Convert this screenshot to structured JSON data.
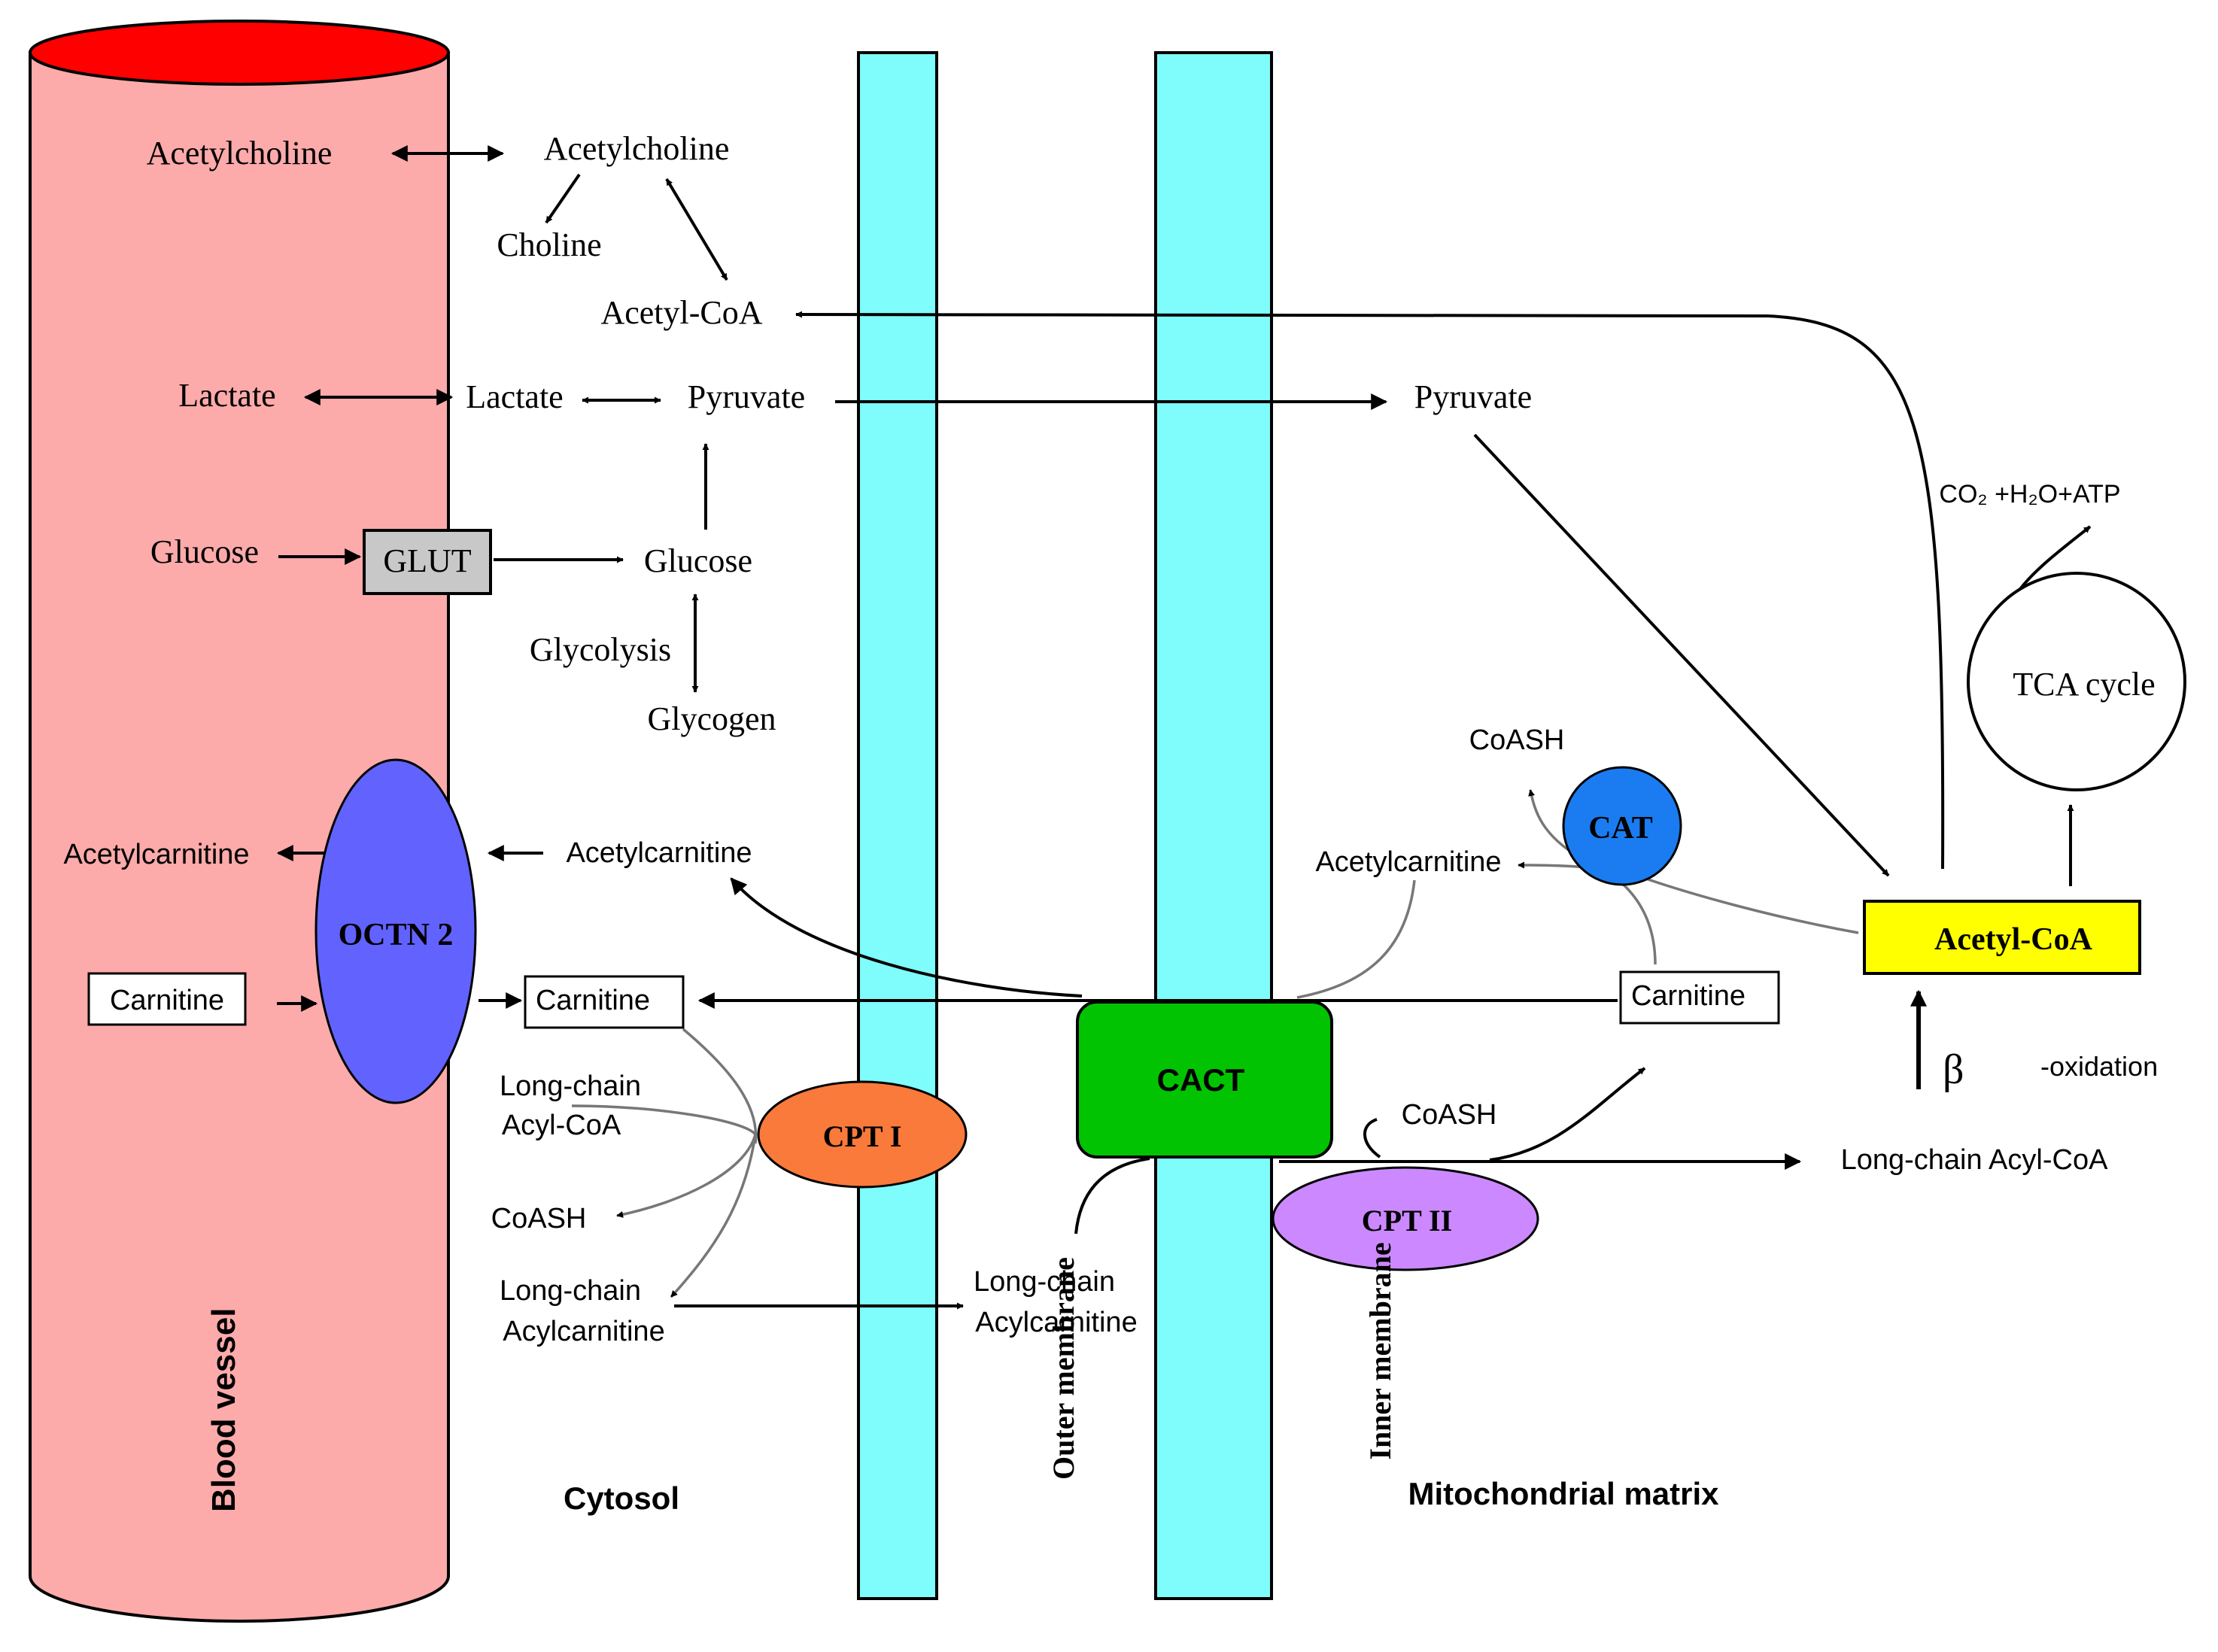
{
  "regions": {
    "blood_vessel": "Blood vessel",
    "cytosol": "Cytosol",
    "outer_membrane": "Outer membrane",
    "inner_membrane": "Inner membrane",
    "mito_matrix": "Mitochondrial matrix"
  },
  "blood": {
    "acetylcholine": "Acetylcholine",
    "lactate": "Lactate",
    "glucose": "Glucose",
    "acetylcarnitine": "Acetylcarnitine",
    "carnitine": "Carnitine"
  },
  "transporters": {
    "glut": "GLUT",
    "octn2": "OCTN 2",
    "cpt1": "CPT I",
    "cact": "CACT",
    "cpt2": "CPT II",
    "cat": "CAT"
  },
  "cytosol": {
    "acetylcholine": "Acetylcholine",
    "choline": "Choline",
    "acetyl_coa": "Acetyl-CoA",
    "lactate": "Lactate",
    "pyruvate": "Pyruvate",
    "glucose": "Glucose",
    "glycolysis": "Glycolysis",
    "glycogen": "Glycogen",
    "acetylcarnitine": "Acetylcarnitine",
    "carnitine": "Carnitine",
    "lc_acyl_coa_1": "Long-chain",
    "lc_acyl_coa_2": "Acyl-CoA",
    "coash": "CoASH",
    "lc_acylcarnitine_1": "Long-chain",
    "lc_acylcarnitine_2": "Acylcarnitine"
  },
  "intermembrane": {
    "lc_acylcarnitine_1": "Long-chain",
    "lc_acylcarnitine_2": "Acylcarnitine"
  },
  "matrix": {
    "pyruvate": "Pyruvate",
    "co2_h2o_atp": "CO₂ +H₂O+ATP",
    "tca_cycle": "TCA cycle",
    "coash_top": "CoASH",
    "acetylcarnitine": "Acetylcarnitine",
    "carnitine": "Carnitine",
    "acetyl_coa": "Acetyl-CoA",
    "beta_symbol": "β",
    "beta_oxidation": "-oxidation",
    "coash_bottom": "CoASH",
    "lc_acyl_coa": "Long-chain Acyl-CoA"
  },
  "colors": {
    "vessel": "#fcaaaa",
    "vessel_top": "#ff0000",
    "membrane": "#7ffcfc",
    "octn2": "#6262ff",
    "cpt1": "#f97a3b",
    "cact": "#02c302",
    "cpt2": "#cc88ff",
    "cat": "#1a7cf0",
    "acetyl_coa_box": "#ffff00",
    "glut_box": "#c8c8c8"
  }
}
